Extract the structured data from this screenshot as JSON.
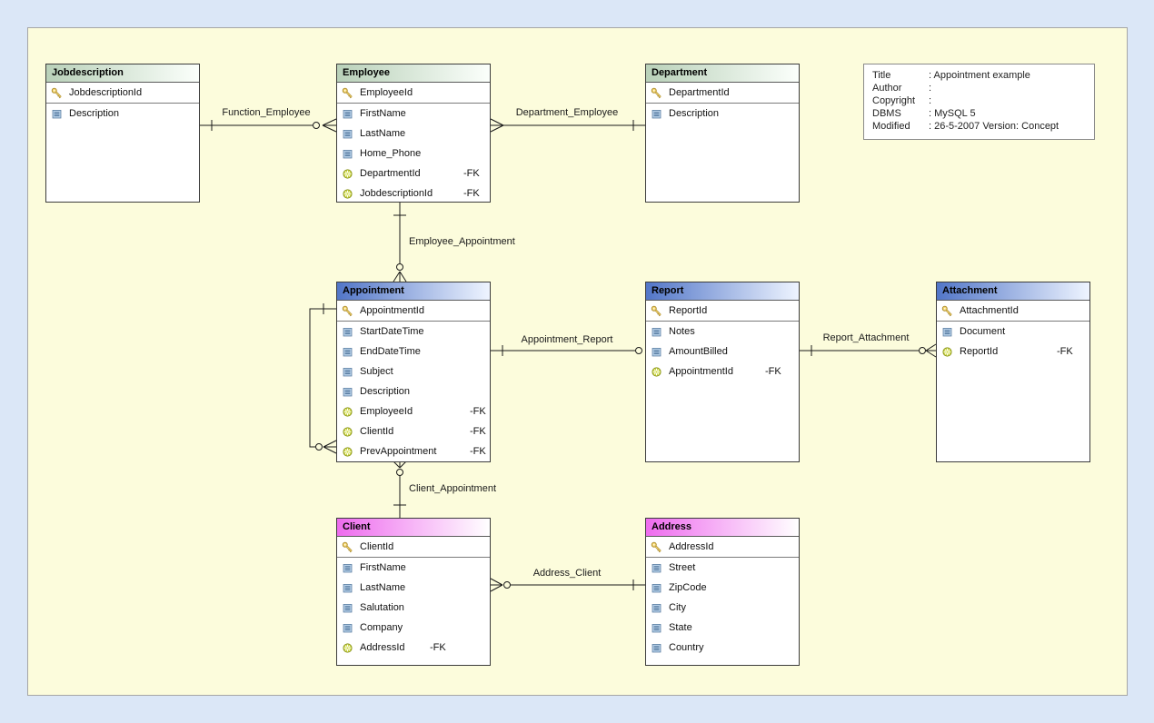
{
  "colors": {
    "page_bg": "#dbe7f7",
    "canvas_bg": "#fcfcdc",
    "header_green": "#b9d1b9",
    "header_blue": "#5276c8",
    "header_pink": "#ee6cee",
    "line": "#1a1a1a"
  },
  "tables": [
    {
      "title": "Jobdescription",
      "theme": "green",
      "columns": [
        {
          "name": "JobdescriptionId",
          "icon": "key-icon"
        },
        {
          "name": "Description",
          "icon": "column-icon"
        }
      ]
    },
    {
      "title": "Employee",
      "theme": "green",
      "columns": [
        {
          "name": "EmployeeId",
          "icon": "key-icon"
        },
        {
          "name": "FirstName",
          "icon": "column-icon"
        },
        {
          "name": "LastName",
          "icon": "column-icon"
        },
        {
          "name": "Home_Phone",
          "icon": "column-icon"
        },
        {
          "name": "DepartmentId",
          "icon": "foreign-key-icon",
          "fk": "-FK"
        },
        {
          "name": "JobdescriptionId",
          "icon": "foreign-key-icon",
          "fk": "-FK"
        }
      ]
    },
    {
      "title": "Department",
      "theme": "green",
      "columns": [
        {
          "name": "DepartmentId",
          "icon": "key-icon"
        },
        {
          "name": "Description",
          "icon": "column-icon"
        }
      ]
    },
    {
      "title": "Appointment",
      "theme": "blue",
      "columns": [
        {
          "name": "AppointmentId",
          "icon": "key-icon"
        },
        {
          "name": "StartDateTime",
          "icon": "column-icon"
        },
        {
          "name": "EndDateTime",
          "icon": "column-icon"
        },
        {
          "name": "Subject",
          "icon": "column-icon"
        },
        {
          "name": "Description",
          "icon": "column-icon"
        },
        {
          "name": "EmployeeId",
          "icon": "foreign-key-icon",
          "fk": "-FK"
        },
        {
          "name": "ClientId",
          "icon": "foreign-key-icon",
          "fk": "-FK"
        },
        {
          "name": "PrevAppointment",
          "icon": "foreign-key-icon",
          "fk": "-FK"
        }
      ]
    },
    {
      "title": "Report",
      "theme": "blue",
      "columns": [
        {
          "name": "ReportId",
          "icon": "key-icon"
        },
        {
          "name": "Notes",
          "icon": "column-icon"
        },
        {
          "name": "AmountBilled",
          "icon": "column-icon"
        },
        {
          "name": "AppointmentId",
          "icon": "foreign-key-icon",
          "fk": "-FK"
        }
      ]
    },
    {
      "title": "Attachment",
      "theme": "blue",
      "columns": [
        {
          "name": "AttachmentId",
          "icon": "key-icon"
        },
        {
          "name": "Document",
          "icon": "column-icon"
        },
        {
          "name": "ReportId",
          "icon": "foreign-key-icon",
          "fk": "-FK"
        }
      ]
    },
    {
      "title": "Client",
      "theme": "pink",
      "columns": [
        {
          "name": "ClientId",
          "icon": "key-icon"
        },
        {
          "name": "FirstName",
          "icon": "column-icon"
        },
        {
          "name": "LastName",
          "icon": "column-icon"
        },
        {
          "name": "Salutation",
          "icon": "column-icon"
        },
        {
          "name": "Company",
          "icon": "column-icon"
        },
        {
          "name": "AddressId",
          "icon": "foreign-key-icon",
          "fk": "-FK"
        }
      ]
    },
    {
      "title": "Address",
      "theme": "pink",
      "columns": [
        {
          "name": "AddressId",
          "icon": "key-icon"
        },
        {
          "name": "Street",
          "icon": "column-icon"
        },
        {
          "name": "ZipCode",
          "icon": "column-icon"
        },
        {
          "name": "City",
          "icon": "column-icon"
        },
        {
          "name": "State",
          "icon": "column-icon"
        },
        {
          "name": "Country",
          "icon": "column-icon"
        }
      ]
    }
  ],
  "relationships": [
    {
      "label": "Function_Employee",
      "from": "Jobdescription",
      "to": "Employee",
      "cardinality": "one-to-zero-or-many"
    },
    {
      "label": "Department_Employee",
      "from": "Department",
      "to": "Employee",
      "cardinality": "one-to-many"
    },
    {
      "label": "Employee_Appointment",
      "from": "Employee",
      "to": "Appointment",
      "cardinality": "one-to-zero-or-many"
    },
    {
      "label": "Appointment_Report",
      "from": "Appointment",
      "to": "Report",
      "cardinality": "one-to-zero-or-one"
    },
    {
      "label": "Report_Attachment",
      "from": "Report",
      "to": "Attachment",
      "cardinality": "one-to-zero-or-many"
    },
    {
      "label": "Client_Appointment",
      "from": "Client",
      "to": "Appointment",
      "cardinality": "one-to-zero-or-many"
    },
    {
      "label": "Address_Client",
      "from": "Address",
      "to": "Client",
      "cardinality": "one-to-zero-or-many"
    },
    {
      "label": "",
      "from": "Appointment",
      "to": "Appointment",
      "cardinality": "self-reference one-to-zero-or-many"
    }
  ],
  "info_box": {
    "lines": [
      {
        "label": "Title",
        "sep": ":",
        "value": "Appointment example"
      },
      {
        "label": "Author",
        "sep": ":",
        "value": ""
      },
      {
        "label": "Copyright",
        "sep": ":",
        "value": ""
      },
      {
        "label": "DBMS",
        "sep": ":",
        "value": "MySQL 5"
      },
      {
        "label": "Modified",
        "sep": ":",
        "value": "26-5-2007 Version: Concept"
      }
    ]
  }
}
